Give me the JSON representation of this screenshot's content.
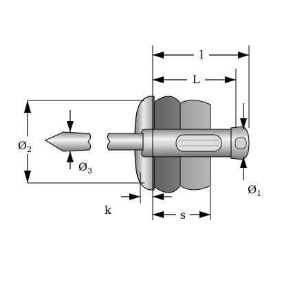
{
  "diagram": {
    "labels": {
      "l": "l",
      "L": "L",
      "d1": "Ø",
      "d1_sub": "1",
      "d2": "Ø",
      "d2_sub": "2",
      "d3": "Ø",
      "d3_sub": "3",
      "k": "k",
      "s": "s"
    },
    "colors": {
      "outline": "#000000",
      "plate_light": "#a9a9a9",
      "plate_dark": "#6d6d6d",
      "metal_light": "#e8e8e8",
      "metal_mid": "#bdbdbd",
      "metal_dark": "#7a7a7a"
    }
  }
}
